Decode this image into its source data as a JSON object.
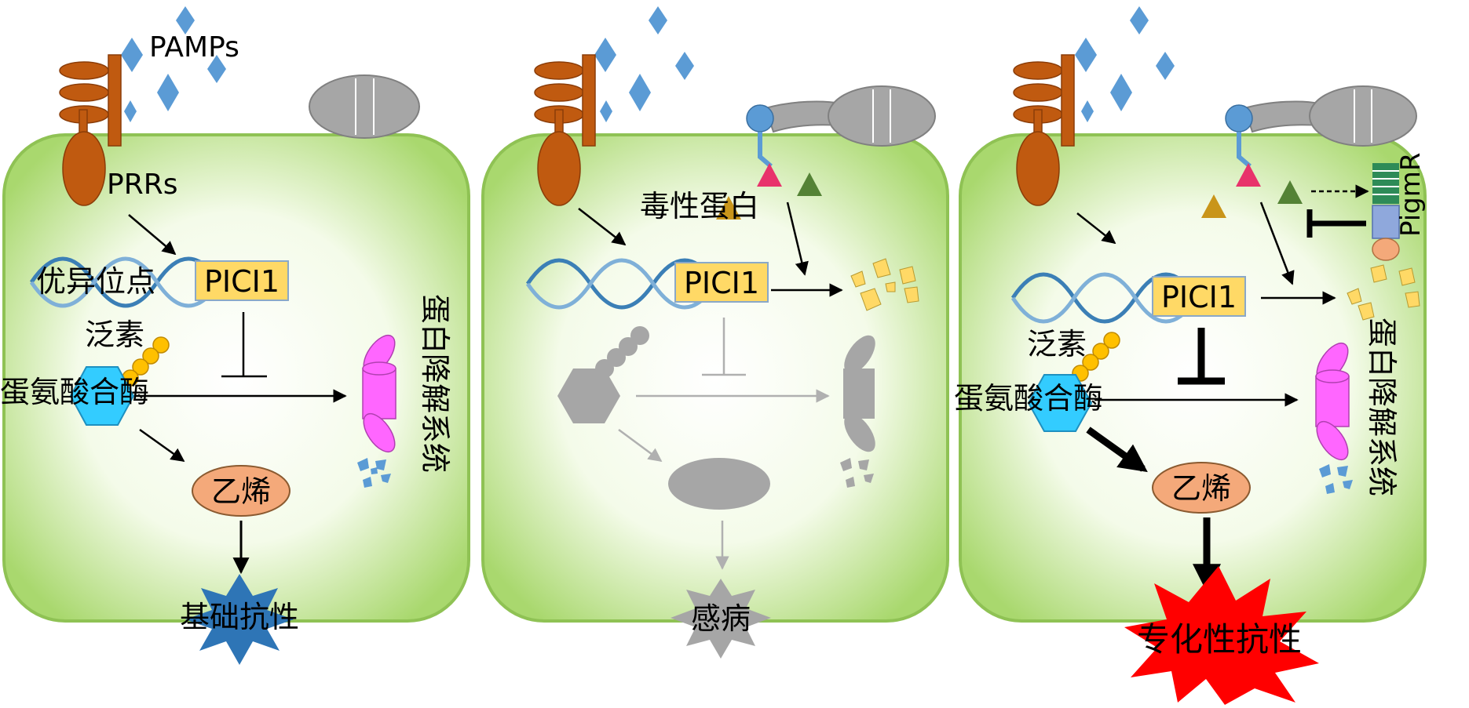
{
  "panel1": {
    "pamps": "PAMPs",
    "prrs": "PRRs",
    "locus": "优异位点",
    "gene": "PICI1",
    "ubiquitin": "泛素",
    "enzyme": "蛋氨酸合酶",
    "proteasome": "蛋白降解系统",
    "ethylene": "乙烯",
    "outcome": "基础抗性"
  },
  "panel2": {
    "effector": "毒性蛋白",
    "gene": "PICI1",
    "outcome": "感病"
  },
  "panel3": {
    "gene": "PICI1",
    "ubiquitin": "泛素",
    "enzyme": "蛋氨酸合酶",
    "proteasome": "蛋白降解系统",
    "ethylene": "乙烯",
    "receptor": "PigmR",
    "outcome": "专化性抗性"
  },
  "colors": {
    "cell_fill": "#b5e07c",
    "cell_edge": "#8fc254",
    "receptor": "#c05a10",
    "pamp": "#5b9bd5",
    "dna": "#3b7fb6",
    "gene_box": "#ffd966",
    "enzyme": "#33ccff",
    "ubiquitin": "#ffc000",
    "proteasome": "#ff66ff",
    "ethylene": "#f4a97a",
    "basal": "#2e75b6",
    "susceptible": "#a6a6a6",
    "specific": "#ff0000",
    "greyed": "#a6a6a6"
  }
}
